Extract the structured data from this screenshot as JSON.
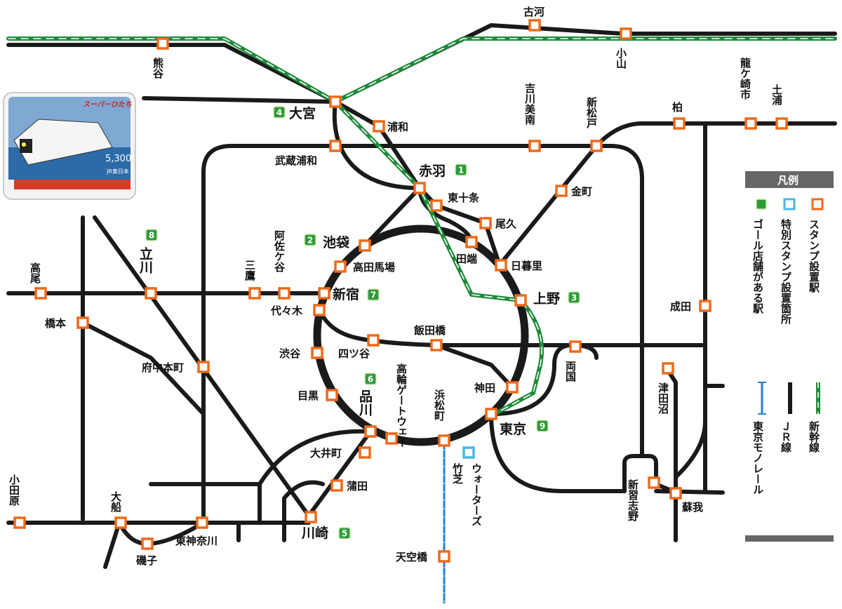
{
  "stations": {
    "koga": "古河",
    "kumagaya": "熊谷",
    "oyama": "小山",
    "omiya": "大宮",
    "urawa": "浦和",
    "yoshikawaminami": "吉川美南",
    "shinmatsudo": "新松戸",
    "kashiwa": "柏",
    "ryugasaki": "龍ケ崎市",
    "tsuchiura": "土浦",
    "musashiurawa": "武蔵浦和",
    "akabane": "赤羽",
    "higashijujo": "東十条",
    "kanamachi": "金町",
    "oku": "尾久",
    "ikebukuro": "池袋",
    "tabata": "田端",
    "nippori": "日暮里",
    "takadanobaba": "高田馬場",
    "tachikawa": "立川",
    "takao": "高尾",
    "mitaka": "三鷹",
    "asagaya": "阿佐ケ谷",
    "shinjuku": "新宿",
    "ueno": "上野",
    "narita": "成田",
    "yoyogi": "代々木",
    "hashimoto": "橋本",
    "iidabashi": "飯田橋",
    "ryogoku": "両国",
    "shibuya": "渋谷",
    "yotsuya": "四ツ谷",
    "fuchuhonmachi": "府中本町",
    "takanawa": "高輪ゲートウェイ",
    "tsudanuma": "津田沼",
    "kanda": "神田",
    "meguro": "目黒",
    "shinagawa": "品川",
    "hamamatsucho": "浜松町",
    "tokyo": "東京",
    "oimachi": "大井町",
    "takeshiba": "竹芝",
    "waters": "ウォーターズ",
    "kamata": "蒲田",
    "shinnarashino": "新習志野",
    "soga": "蘇我",
    "odawara": "小田原",
    "ofuna": "大船",
    "higashikanagawa": "東神奈川",
    "kawasaki": "川崎",
    "isogo": "磯子",
    "tenkubashi": "天空橋"
  },
  "goal_numbers": {
    "akabane": "1",
    "ikebukuro": "2",
    "ueno": "3",
    "omiya": "4",
    "kawasaki": "5",
    "shinagawa": "6",
    "shinjuku": "7",
    "tachikawa": "8",
    "tokyo": "9"
  },
  "legend": {
    "title": "凡例",
    "stamp_station": "スタンプ設置駅",
    "special_stamp": "特別スタンプ設置箇所",
    "goal_store": "ゴール店舗がある駅",
    "shinkansen": "新幹線",
    "jr_line": "ＪＲ線",
    "monorail": "東京モノレール"
  },
  "card": {
    "logo_text": "スーパーひたち",
    "value": "5,300",
    "brand": "JR東日本"
  },
  "colors": {
    "jr_line": "#1a1a1a",
    "shinkansen": "#1f8a3a",
    "monorail": "#2a7fd0",
    "stamp": "#ee6a1a",
    "goal": "#2e9a3a",
    "special": "#4bb6e6",
    "legend_bar": "#666666"
  }
}
